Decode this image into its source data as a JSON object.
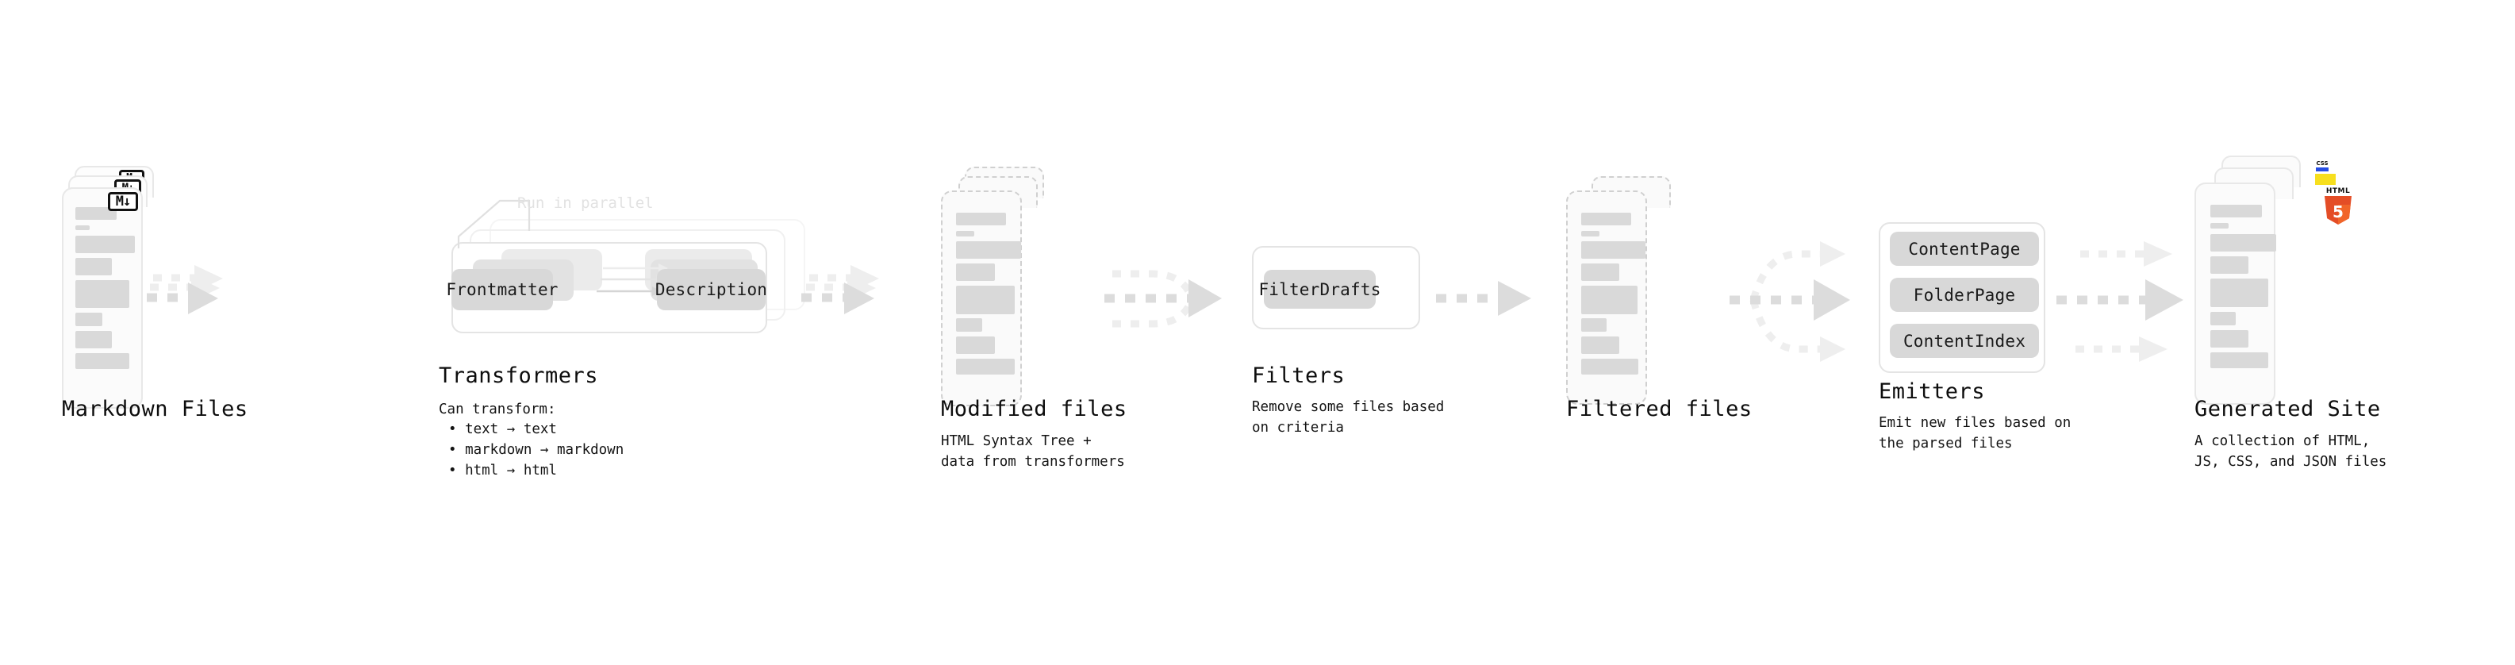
{
  "diagram": {
    "title_visible": false,
    "background": "#ffffff",
    "accent_gray": "#d9d9d9",
    "text_color": "#0d0d0d"
  },
  "stages": [
    {
      "id": "markdown-files",
      "title": "Markdown Files",
      "description": "",
      "icon": "markdown-logo",
      "icon_label": "M↓",
      "kind": "file-stack"
    },
    {
      "id": "transformers",
      "title": "Transformers",
      "description": "Can transform:",
      "bullets": [
        "• text → text",
        "• markdown → markdown",
        "• html → html"
      ],
      "annotation": "Run in parallel",
      "chips": [
        "Frontmatter",
        "Description"
      ],
      "kind": "group-stack"
    },
    {
      "id": "modified-files",
      "title": "Modified files",
      "description": "HTML Syntax Tree +\ndata from transformers",
      "kind": "file-stack-dashed"
    },
    {
      "id": "filters",
      "title": "Filters",
      "description": "Remove some files based\non criteria",
      "chips": [
        "FilterDrafts"
      ],
      "kind": "group"
    },
    {
      "id": "filtered-files",
      "title": "Filtered files",
      "description": "",
      "kind": "file-stack-dashed"
    },
    {
      "id": "emitters",
      "title": "Emitters",
      "description": "Emit new files based on\nthe parsed files",
      "chips": [
        "ContentPage",
        "FolderPage",
        "ContentIndex"
      ],
      "kind": "group"
    },
    {
      "id": "generated-site",
      "title": "Generated Site",
      "description": "A collection of HTML,\nJS, CSS, and JSON files",
      "icons": [
        "css3-logo",
        "javascript-logo",
        "html5-logo"
      ],
      "html5_word": "HTML",
      "html5_num": "5",
      "css_word": "CSS",
      "kind": "file-stack"
    }
  ],
  "connectors": [
    {
      "id": "md-to-transformers",
      "style": "triple-parallel-dashed"
    },
    {
      "id": "transformers-to-modified",
      "style": "triple-parallel-dashed"
    },
    {
      "id": "modified-to-filters",
      "style": "merge-dashed"
    },
    {
      "id": "filters-to-filtered",
      "style": "single-dashed"
    },
    {
      "id": "filtered-to-emitters",
      "style": "split-dashed"
    },
    {
      "id": "emitters-to-site",
      "style": "triple-parallel-dashed"
    }
  ]
}
